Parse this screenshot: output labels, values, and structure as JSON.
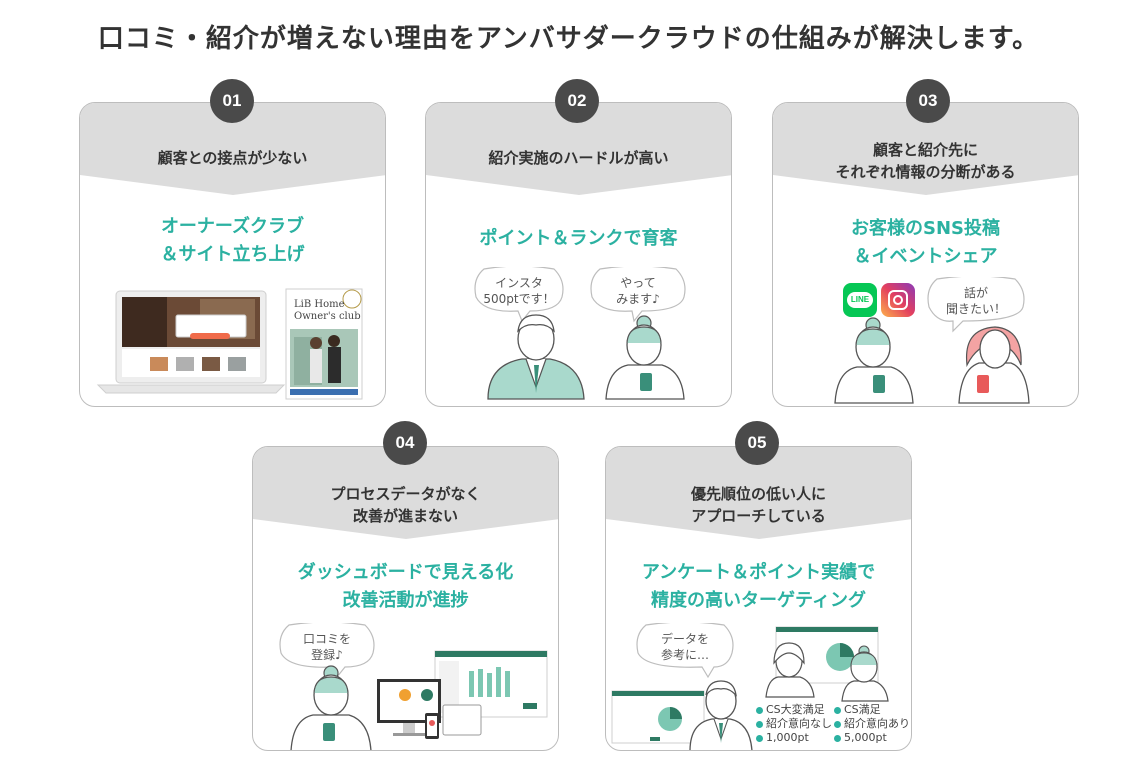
{
  "headline": "口コミ・紹介が増えない理由をアンバサダークラウドの仕組みが解決します。",
  "cards": [
    {
      "number": "01",
      "problem": [
        "顧客との接点が少ない"
      ],
      "solution": [
        "オーナーズクラブ",
        "＆サイト立ち上げ"
      ],
      "brochure_title": "LiB Home",
      "brochure_subtitle": "Owner's club"
    },
    {
      "number": "02",
      "problem": [
        "紹介実施のハードルが高い"
      ],
      "solution": [
        "ポイント＆ランクで育客"
      ],
      "bubble_left": [
        "インスタ",
        "500ptです！"
      ],
      "bubble_right": [
        "やって",
        "みます♪"
      ]
    },
    {
      "number": "03",
      "problem": [
        "顧客と紹介先に",
        "それぞれ情報の分断がある"
      ],
      "solution": [
        "お客様のSNS投稿",
        "＆イベントシェア"
      ],
      "line_label": "LINE",
      "bubble_right": [
        "話が",
        "聞きたい！"
      ]
    },
    {
      "number": "04",
      "problem": [
        "プロセスデータがなく",
        "改善が進まない"
      ],
      "solution": [
        "ダッシュボードで見える化",
        "改善活動が進捗"
      ],
      "bubble_left": [
        "口コミを",
        "登録♪"
      ]
    },
    {
      "number": "05",
      "problem": [
        "優先順位の低い人に",
        "アプローチしている"
      ],
      "solution": [
        "アンケート＆ポイント実績で",
        "精度の高いターゲティング"
      ],
      "bubble_left": [
        "データを",
        "参考に…"
      ],
      "legend_left": [
        "CS大変満足",
        "紹介意向なし",
        "1,000pt"
      ],
      "legend_right": [
        "CS満足",
        "紹介意向あり",
        "5,000pt"
      ]
    }
  ],
  "colors": {
    "accent": "#2bb1a1",
    "badge": "#4a4a4a",
    "header_gray": "#dcdcdc"
  }
}
